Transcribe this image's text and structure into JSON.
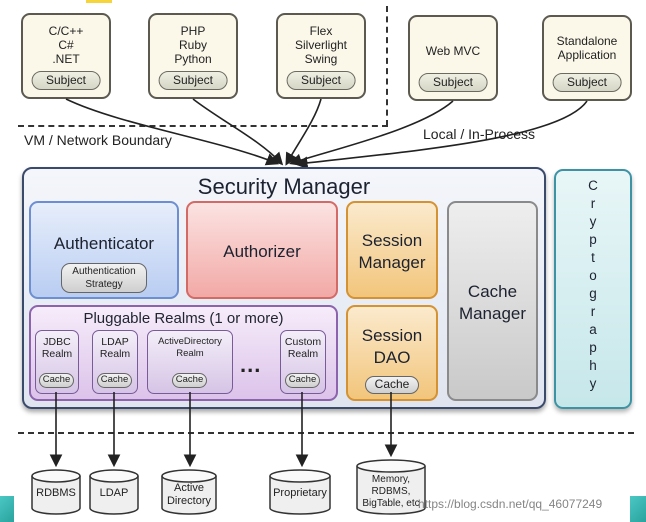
{
  "clients": [
    {
      "lines": [
        "C/C++",
        "C#",
        ".NET"
      ],
      "subject": "Subject"
    },
    {
      "lines": [
        "PHP",
        "Ruby",
        "Python"
      ],
      "subject": "Subject"
    },
    {
      "lines": [
        "Flex",
        "Silverlight",
        "Swing"
      ],
      "subject": "Subject"
    },
    {
      "lines": [
        "Web MVC"
      ],
      "subject": "Subject"
    },
    {
      "lines": [
        "Standalone",
        "Application"
      ],
      "subject": "Subject"
    }
  ],
  "boundaries": {
    "vm_network": "VM / Network Boundary",
    "local": "Local / In-Process"
  },
  "security_manager": {
    "title": "Security Manager",
    "authenticator": {
      "label": "Authenticator",
      "strategy": [
        "Authentication",
        "Strategy"
      ]
    },
    "authorizer": {
      "label": "Authorizer"
    },
    "session_manager": {
      "lines": [
        "Session",
        "Manager"
      ]
    },
    "session_dao": {
      "lines": [
        "Session",
        "DAO"
      ],
      "cache": "Cache"
    },
    "cache_manager": {
      "lines": [
        "Cache",
        "Manager"
      ]
    },
    "realms": {
      "title": "Pluggable Realms (1 or more)",
      "ellipsis": "...",
      "items": [
        {
          "lines": [
            "JDBC",
            "Realm"
          ],
          "cache": "Cache"
        },
        {
          "lines": [
            "LDAP",
            "Realm"
          ],
          "cache": "Cache"
        },
        {
          "lines": [
            "ActiveDirectory",
            "Realm"
          ],
          "cache": "Cache"
        },
        {
          "lines": [
            "Custom",
            "Realm"
          ],
          "cache": "Cache"
        }
      ]
    }
  },
  "cryptography": {
    "letters": [
      "C",
      "r",
      "y",
      "p",
      "t",
      "o",
      "g",
      "r",
      "a",
      "p",
      "h",
      "y"
    ]
  },
  "datastores": [
    {
      "lines": [
        "RDBMS"
      ]
    },
    {
      "lines": [
        "LDAP"
      ]
    },
    {
      "lines": [
        "Active",
        "Directory"
      ]
    },
    {
      "lines": [
        "Proprietary"
      ]
    },
    {
      "lines": [
        "Memory,",
        "RDBMS,",
        "BigTable, etc"
      ]
    }
  ],
  "watermark": "https://blog.csdn.net/qq_46077249"
}
